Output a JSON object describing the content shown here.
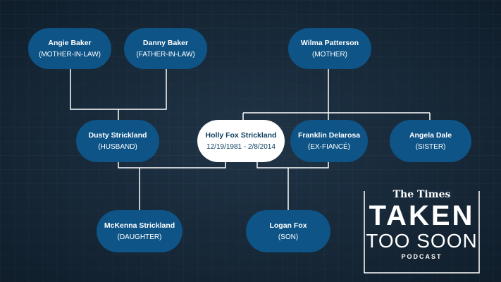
{
  "people": {
    "angie": {
      "name": "Angie Baker",
      "role": "(MOTHER-IN-LAW)"
    },
    "danny": {
      "name": "Danny Baker",
      "role": "(FATHER-IN-LAW)"
    },
    "wilma": {
      "name": "Wilma Patterson",
      "role": "(MOTHER)"
    },
    "dusty": {
      "name": "Dusty Strickland",
      "role": "(HUSBAND)"
    },
    "holly": {
      "name": "Holly Fox Strickland",
      "role": "12/19/1981 - 2/8/2014"
    },
    "franklin": {
      "name": "Franklin Delarosa",
      "role": "(EX-FIANCÉ)"
    },
    "angela": {
      "name": "Angela Dale",
      "role": "(SISTER)"
    },
    "mckenna": {
      "name": "McKenna Strickland",
      "role": "(DAUGHTER)"
    },
    "logan": {
      "name": "Logan Fox",
      "role": "(SON)"
    }
  },
  "logo": {
    "brand": "The Times",
    "title_line1": "TAKEN",
    "title_line2": "TOO SOON",
    "subtitle": "PODCAST"
  },
  "colors": {
    "node_fill": "#0e5487",
    "highlight_fill": "#ffffff",
    "highlight_text": "#0e3d60",
    "connector": "#ffffff"
  }
}
